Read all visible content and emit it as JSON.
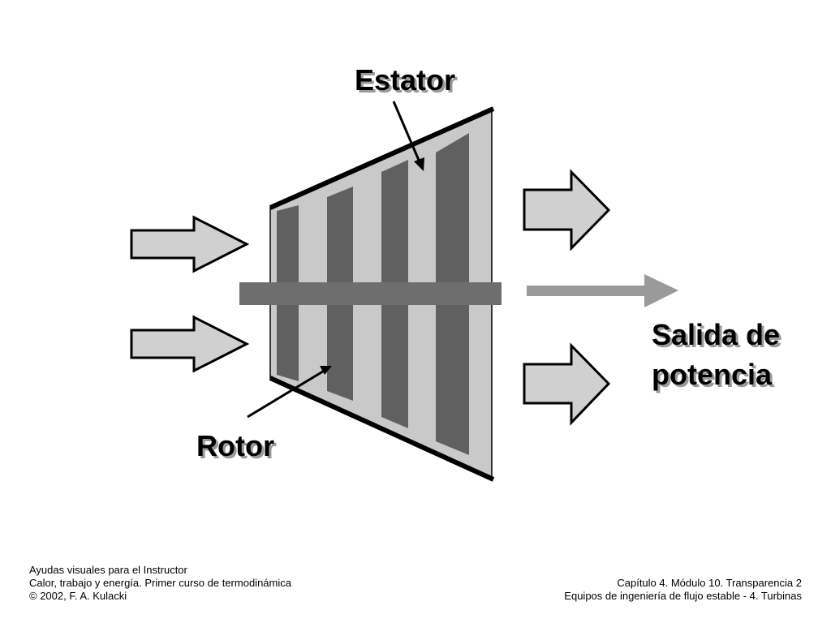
{
  "labels": {
    "stator": "Estator",
    "rotor": "Rotor",
    "power_out_line1": "Salida de",
    "power_out_line2": "potencia"
  },
  "footer": {
    "left": [
      "Ayudas visuales para el Instructor",
      "Calor, trabajo y energía.  Primer curso de termodinámica",
      "© 2002, F. A. Kulacki"
    ],
    "right": [
      "Capítulo 4.  Módulo 10. Transparencia 2",
      "Equipos de ingeniería de flujo estable - 4. Turbinas"
    ]
  },
  "colors": {
    "casing_fill": "#c9c9c9",
    "blade_fill": "#606060",
    "shaft_fill": "#6e6e6e",
    "arrow_fill": "#d0d0d0",
    "power_arrow": "#9a9a9a",
    "outline": "#000000"
  }
}
